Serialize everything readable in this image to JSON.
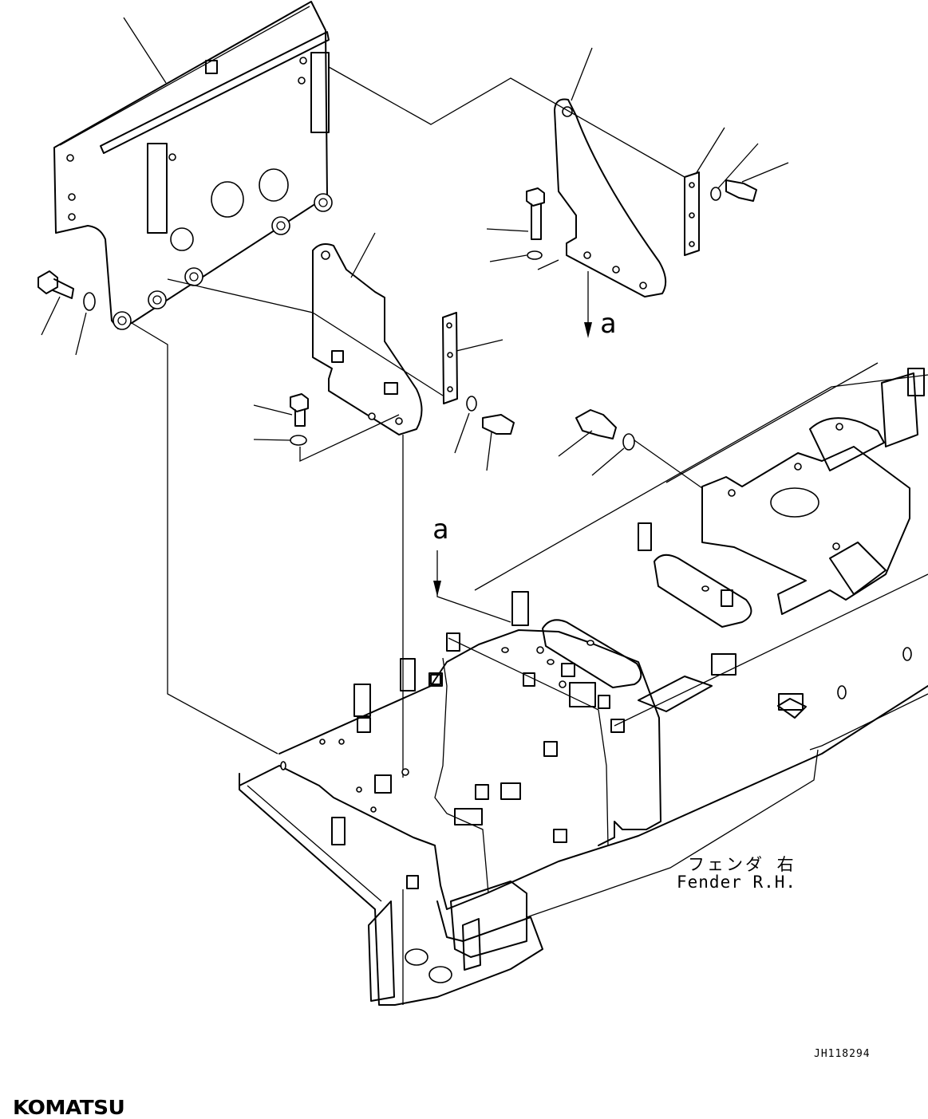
{
  "callouts": {
    "view_a_top": "a",
    "view_a_mid": "a"
  },
  "annotation": {
    "fender_ja": "フェンダ 右",
    "fender_en": "Fender R.H."
  },
  "drawing_number": "JH118294",
  "brand": "KOMATSU"
}
